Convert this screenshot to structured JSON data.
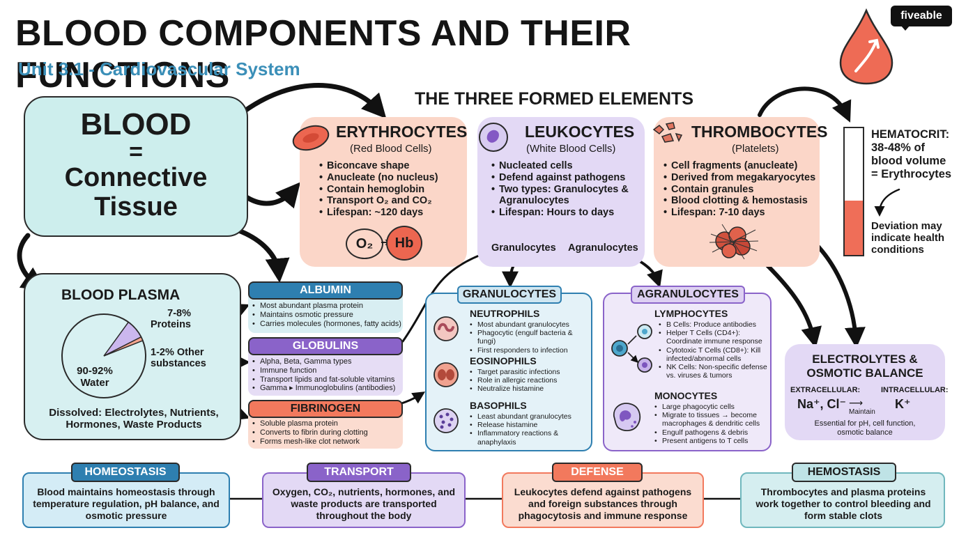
{
  "title": "BLOOD COMPONENTS AND THEIR FUNCTIONS",
  "subtitle": "Unit 3.1 - Cardiovascular System",
  "logo": "fiveable",
  "colors": {
    "red": "#fbd6c8",
    "purple": "#e3d9f5",
    "teal": "#d5eef0",
    "blue_hdr": "#2e7fb0",
    "purple_hdr": "#8a63c9",
    "orange_hdr": "#f2795d",
    "teal_hdr": "#bfe3e6"
  },
  "blood": {
    "line1": "BLOOD",
    "line2": "=",
    "line3": "Connective",
    "line4": "Tissue"
  },
  "formed_title": "THE THREE FORMED ELEMENTS",
  "erythrocytes": {
    "title": "ERYTHROCYTES",
    "sub": "(Red Blood Cells)",
    "items": [
      "Biconcave shape",
      "Anucleate (no nucleus)",
      "Contain hemoglobin",
      "Transport O₂ and CO₂",
      "Lifespan: ~120 days"
    ],
    "o2": "O₂",
    "hb": "Hb"
  },
  "leukocytes": {
    "title": "LEUKOCYTES",
    "sub": "(White Blood Cells)",
    "items": [
      "Nucleated cells",
      "Defend against pathogens",
      "Two types: Granulocytes & Agranulocytes",
      "Lifespan: Hours to days"
    ],
    "gran": "Granulocytes",
    "agran": "Agranulocytes"
  },
  "thrombocytes": {
    "title": "THROMBOCYTES",
    "sub": "(Platelets)",
    "items": [
      "Cell fragments (anucleate)",
      "Derived from megakaryocytes",
      "Contain granules",
      "Blood clotting & hemostasis",
      "Lifespan: 7-10 days"
    ]
  },
  "hematocrit": {
    "text": "HEMATOCRIT: 38-48% of blood volume = Erythrocytes",
    "note": "Deviation may indicate health conditions",
    "fill_fraction": 0.43
  },
  "plasma": {
    "title": "BLOOD PLASMA",
    "water": "90-92% Water",
    "proteins": "7-8% Proteins",
    "other": "1-2% Other substances",
    "dissolved": "Dissolved: Electrolytes, Nutrients, Hormones, Waste Products",
    "water_pct": 91,
    "proteins_pct": 7.5,
    "other_pct": 1.5
  },
  "albumin": {
    "title": "ALBUMIN",
    "items": [
      "Most abundant plasma protein",
      "Maintains osmotic pressure",
      "Carries molecules (hormones, fatty acids)"
    ]
  },
  "globulins": {
    "title": "GLOBULINS",
    "items": [
      "Alpha, Beta, Gamma types",
      "Immune function",
      "Transport lipids and fat-soluble vitamins",
      "Gamma ▸ Immunoglobulins (antibodies)"
    ]
  },
  "fibrinogen": {
    "title": "FIBRINOGEN",
    "items": [
      "Soluble plasma protein",
      "Converts to fibrin during clotting",
      "Forms mesh-like clot network"
    ]
  },
  "granulocytes": {
    "title": "GRANULOCYTES",
    "neutrophils": {
      "title": "NEUTROPHILS",
      "items": [
        "Most abundant granulocytes",
        "Phagocytic (engulf bacteria & fungi)",
        "First responders to infection"
      ]
    },
    "eosinophils": {
      "title": "EOSINOPHILS",
      "items": [
        "Target parasitic infections",
        "Role in allergic reactions",
        "Neutralize histamine"
      ]
    },
    "basophils": {
      "title": "BASOPHILS",
      "items": [
        "Least abundant granulocytes",
        "Release histamine",
        "Inflammatory reactions & anaphylaxis"
      ]
    }
  },
  "agranulocytes": {
    "title": "AGRANULOCYTES",
    "lymphocytes": {
      "title": "LYMPHOCYTES",
      "items": [
        "B Cells: Produce antibodies",
        "Helper T Cells (CD4+): Coordinate immune response",
        "Cytotoxic T Cells (CD8+): Kill infected/abnormal cells",
        "NK Cells: Non-specific defense vs. viruses & tumors"
      ]
    },
    "monocytes": {
      "title": "MONOCYTES",
      "items": [
        "Large phagocytic cells",
        "Migrate to tissues → become macrophages & dendritic cells",
        "Engulf pathogens & debris",
        "Present antigens to T cells"
      ]
    }
  },
  "electrolytes": {
    "title": "ELECTROLYTES & OSMOTIC BALANCE",
    "extra_label": "EXTRACELLULAR:",
    "extra_ions": "Na⁺, Cl⁻",
    "maintain": "Maintain",
    "intra_label": "INTRACELLULAR:",
    "intra_ions": "K⁺",
    "note": "Essential for pH, cell function, osmotic balance"
  },
  "bottom": [
    {
      "title": "HOMEOSTASIS",
      "text": "Blood maintains homeostasis through temperature regulation, pH balance, and osmotic pressure"
    },
    {
      "title": "TRANSPORT",
      "text": "Oxygen, CO₂, nutrients, hormones, and waste products are transported throughout the body"
    },
    {
      "title": "DEFENSE",
      "text": "Leukocytes defend against pathogens and foreign substances through phagocytosis and immune response"
    },
    {
      "title": "HEMOSTASIS",
      "text": "Thrombocytes and plasma proteins work together to control bleeding and form stable clots"
    }
  ]
}
